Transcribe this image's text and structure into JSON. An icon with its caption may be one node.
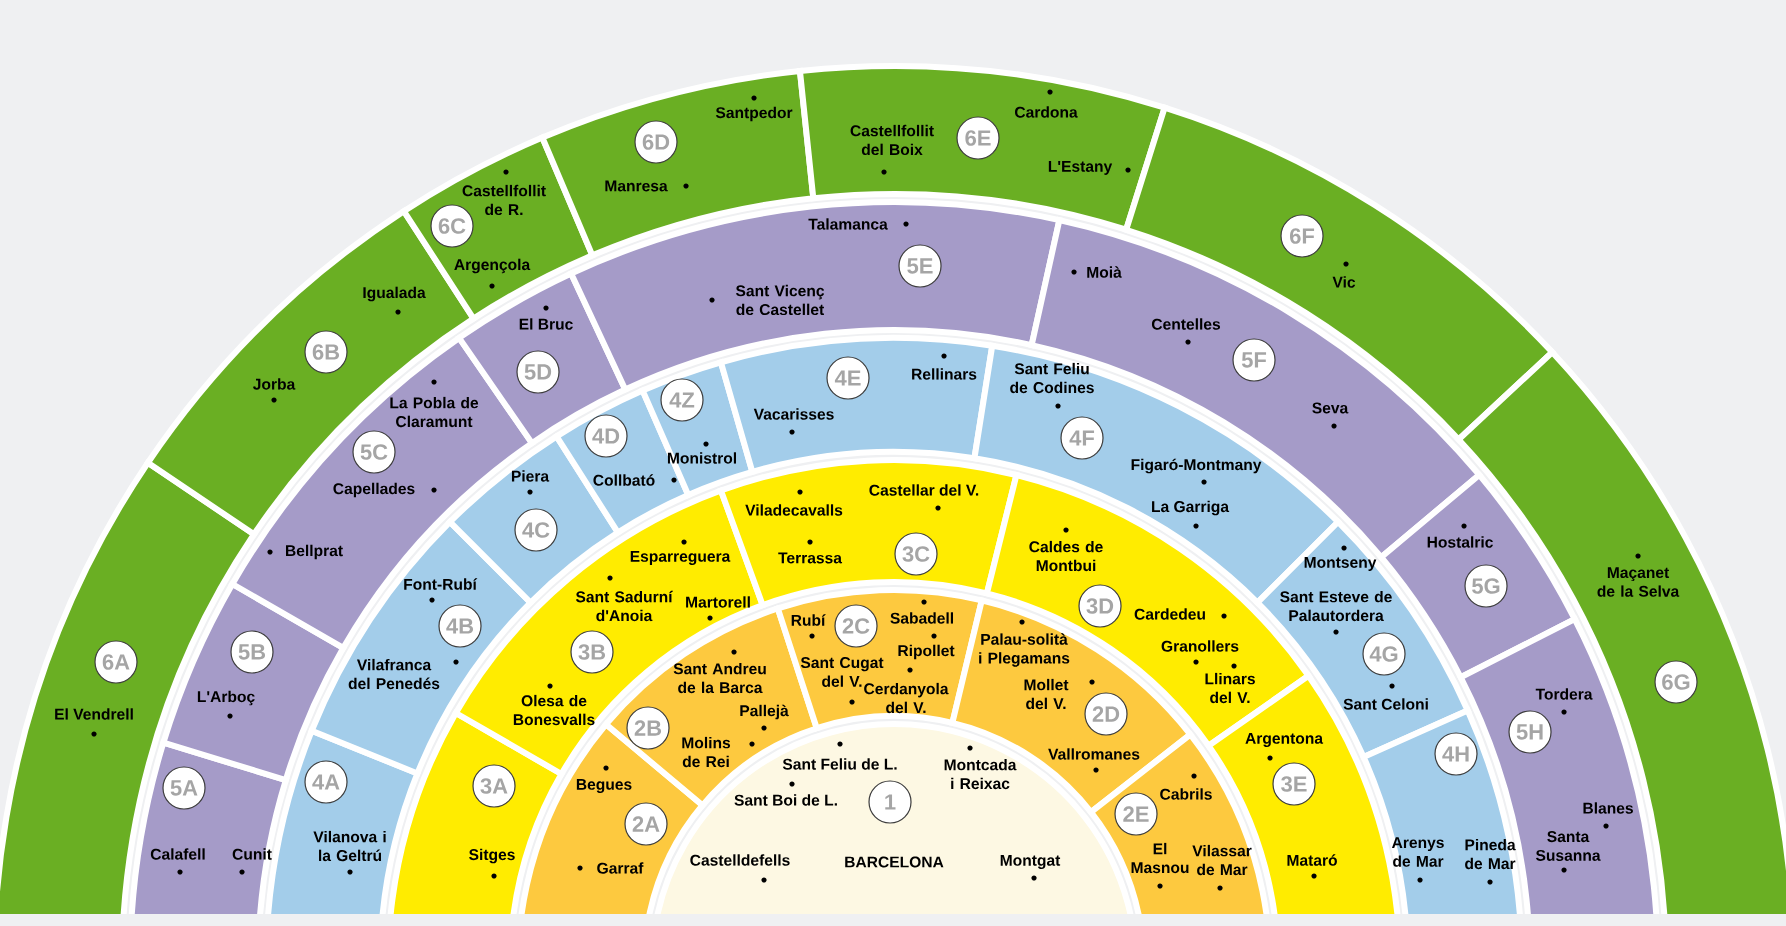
{
  "diagram": {
    "nodes": [
      {
        "text": [
          "Sant Feliu de L.",
          "Montcada i Reixac",
          "Sant Boi de L.",
          "Castelldefells",
          "BARCELONA",
          "Montgat"
        ]
      },
      {
        "text": [
          "Begues",
          "Garraf"
        ]
      },
      {
        "text": [
          "Sant Andreu de la Barca",
          "Molins de Rei",
          "Pallejà"
        ]
      },
      {
        "text": [
          "Rubí",
          "Sabadell",
          "Ripollet",
          "Sant Cugat del V.",
          "Cerdanyola del V."
        ]
      },
      {
        "text": [
          "Palau-solità i Plegamans",
          "Mollet del V.",
          "Vallromanes"
        ]
      },
      {
        "text": [
          "Cabrils",
          "El Masnou",
          "Vilassar de Mar"
        ]
      },
      {
        "text": [
          "Sitges"
        ]
      },
      {
        "text": [
          "Esparreguera",
          "Sant Sadurní d'Anoia",
          "Martorell",
          "Olesa de Bonesvalls"
        ]
      },
      {
        "text": [
          "Castellar del V.",
          "Viladecavalls",
          "Terrassa"
        ]
      },
      {
        "text": [
          "Caldes de Montbui",
          "Cardedeu",
          "Granollers",
          "Llinars del V."
        ]
      },
      {
        "text": [
          "Argentona",
          "Mataró"
        ]
      },
      {
        "text": [
          "Vilanova i la Geltrú"
        ]
      },
      {
        "text": [
          "Font-Rubí",
          "Vilafranca del Penedés"
        ]
      },
      {
        "text": [
          "Piera"
        ]
      },
      {
        "text": [
          "Collbató"
        ]
      },
      {
        "text": [
          "Monistrol"
        ]
      },
      {
        "text": [
          "Rellinars",
          "Vacarisses"
        ]
      },
      {
        "text": [
          "Sant Feliu de Codines",
          "Figaró-Montmany",
          "La Garriga"
        ]
      },
      {
        "text": [
          "Montseny",
          "Sant Esteve de Palautordera",
          "Sant Celoni"
        ]
      },
      {
        "text": [
          "Arenys de Mar",
          "Pineda de Mar"
        ]
      },
      {
        "text": [
          "Calafell",
          "Cunit"
        ]
      },
      {
        "text": [
          "L'Arboç"
        ]
      },
      {
        "text": [
          "La Pobla de Claramunt",
          "Capellades",
          "Bellprat"
        ]
      },
      {
        "text": [
          "El Bruc"
        ]
      },
      {
        "text": [
          "Talamanca",
          "Sant Vicenç de Castellet"
        ]
      },
      {
        "text": [
          "Moià",
          "Centelles",
          "Seva"
        ]
      },
      {
        "text": [
          "Hostalric"
        ]
      },
      {
        "text": [
          "Tordera",
          "Blanes",
          "Santa Susanna"
        ]
      },
      {
        "text": [
          "El Vendrell"
        ]
      },
      {
        "text": [
          "Igualada",
          "Jorba"
        ]
      },
      {
        "text": [
          "Castellfollit de R.",
          "Argençola"
        ]
      },
      {
        "text": [
          "Santpedor",
          "Manresa"
        ]
      },
      {
        "text": [
          "Castellfollit del Boix",
          "Cardona",
          "L'Estany"
        ]
      },
      {
        "text": [
          "Vic"
        ]
      },
      {
        "text": [
          "Maçanet de la Selva"
        ]
      },
      {
        "text": [
          "1"
        ],
        "in": 0
      },
      {
        "text": [
          "2A"
        ],
        "in": 1
      },
      {
        "text": [
          "2B"
        ],
        "in": 2
      },
      {
        "text": [
          "2C"
        ],
        "in": 3
      },
      {
        "text": [
          "2D"
        ],
        "in": 4
      },
      {
        "text": [
          "2E"
        ],
        "in": 5
      },
      {
        "text": [
          "3A"
        ],
        "in": 6
      },
      {
        "text": [
          "3B"
        ],
        "in": 7
      },
      {
        "text": [
          "3C"
        ],
        "in": 8
      },
      {
        "text": [
          "3D"
        ],
        "in": 9
      },
      {
        "text": [
          "3E"
        ],
        "in": 10
      },
      {
        "text": [
          "4A"
        ],
        "in": 11
      },
      {
        "text": [
          "4B"
        ],
        "in": 12
      },
      {
        "text": [
          "4C"
        ],
        "in": 13
      },
      {
        "text": [
          "4D"
        ],
        "in": 14
      },
      {
        "text": [
          "4Z"
        ],
        "in": 15
      },
      {
        "text": [
          "4E"
        ],
        "in": 16
      },
      {
        "text": [
          "4F"
        ],
        "in": 17
      },
      {
        "text": [
          "4G"
        ],
        "in": 18
      },
      {
        "text": [
          "4H"
        ],
        "in": 19
      },
      {
        "text": [
          "5A"
        ],
        "in": 20
      },
      {
        "text": [
          "5B"
        ],
        "in": 21
      },
      {
        "text": [
          "5C"
        ],
        "in": 22
      },
      {
        "text": [
          "5D"
        ],
        "in": 23
      },
      {
        "text": [
          "5E"
        ],
        "in": 24
      },
      {
        "text": [
          "5F"
        ],
        "in": 25
      },
      {
        "text": [
          "5G"
        ],
        "in": 26
      },
      {
        "text": [
          "5H"
        ],
        "in": 27
      },
      {
        "text": [
          "6A"
        ],
        "in": 28
      },
      {
        "text": [
          "6B"
        ],
        "in": 29
      },
      {
        "text": [
          "6C"
        ],
        "in": 30
      },
      {
        "text": [
          "6D"
        ],
        "in": 31
      },
      {
        "text": [
          "6E"
        ],
        "in": 32
      },
      {
        "text": [
          "6F"
        ],
        "in": 33
      },
      {
        "text": [
          "6G"
        ],
        "in": 34
      }
    ]
  }
}
